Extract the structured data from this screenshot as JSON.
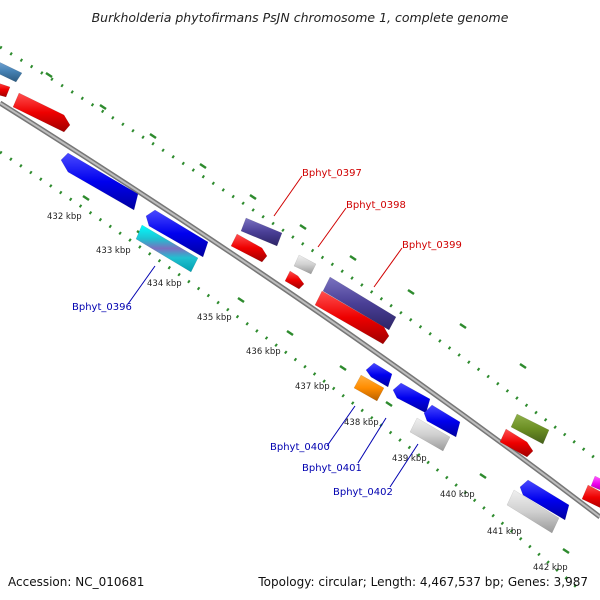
{
  "title": "Burkholderia phytofirmans PsJN chromosome 1, complete genome",
  "footer": {
    "accession": "Accession: NC_010681",
    "topology": "Topology: circular; Length: 4,467,537 bp; Genes: 3,987"
  },
  "colors": {
    "backbone": "#8c8c8c",
    "tick": "#2e8b2e",
    "red_label": "#d00000",
    "blue_label": "#0000b0"
  },
  "kbp_labels": [
    "432 kbp",
    "433 kbp",
    "434 kbp",
    "435 kbp",
    "436 kbp",
    "437 kbp",
    "438 kbp",
    "439 kbp",
    "440 kbp",
    "441 kbp",
    "442 kbp"
  ],
  "gene_labels": [
    {
      "text": "Bphyt_0397",
      "strand": "plus"
    },
    {
      "text": "Bphyt_0398",
      "strand": "plus"
    },
    {
      "text": "Bphyt_0399",
      "strand": "plus"
    },
    {
      "text": "Bphyt_0396",
      "strand": "minus"
    },
    {
      "text": "Bphyt_0400",
      "strand": "minus"
    },
    {
      "text": "Bphyt_0401",
      "strand": "minus"
    },
    {
      "text": "Bphyt_0402",
      "strand": "minus"
    }
  ]
}
